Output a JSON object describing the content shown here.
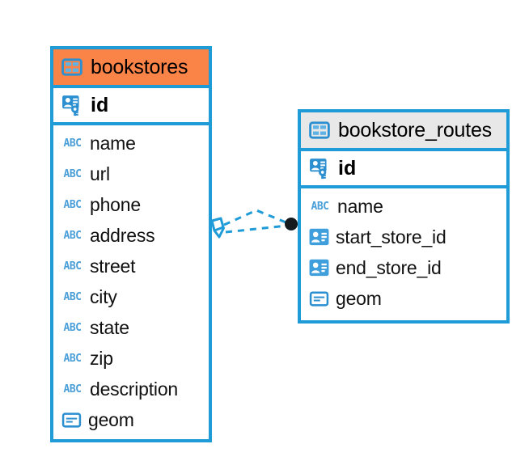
{
  "diagram": {
    "type": "entity-relationship-diagram",
    "background_color": "#FFFFFF",
    "accent_color": "#1F9CD7",
    "highlight_color": "#FA8347",
    "header_gray": "#E8E8E8"
  },
  "entities": [
    {
      "name": "bookstores",
      "header_color": "#FA8347",
      "primary_key": {
        "label": "id",
        "icon": "primary-key-icon"
      },
      "fields": [
        {
          "label": "name",
          "icon": "abc-icon",
          "type_hint": "ABC"
        },
        {
          "label": "url",
          "icon": "abc-icon",
          "type_hint": "ABC"
        },
        {
          "label": "phone",
          "icon": "abc-icon",
          "type_hint": "ABC"
        },
        {
          "label": "address",
          "icon": "abc-icon",
          "type_hint": "ABC"
        },
        {
          "label": "street",
          "icon": "abc-icon",
          "type_hint": "ABC"
        },
        {
          "label": "city",
          "icon": "abc-icon",
          "type_hint": "ABC"
        },
        {
          "label": "state",
          "icon": "abc-icon",
          "type_hint": "ABC"
        },
        {
          "label": "zip",
          "icon": "abc-icon",
          "type_hint": "ABC"
        },
        {
          "label": "description",
          "icon": "abc-icon",
          "type_hint": "ABC"
        },
        {
          "label": "geom",
          "icon": "geometry-icon",
          "type_hint": "GEOM"
        }
      ]
    },
    {
      "name": "bookstore_routes",
      "header_color": "#E8E8E8",
      "primary_key": {
        "label": "id",
        "icon": "primary-key-icon"
      },
      "fields": [
        {
          "label": "name",
          "icon": "abc-icon",
          "type_hint": "ABC"
        },
        {
          "label": "start_store_id",
          "icon": "foreign-key-icon",
          "type_hint": "FK"
        },
        {
          "label": "end_store_id",
          "icon": "foreign-key-icon",
          "type_hint": "FK"
        },
        {
          "label": "geom",
          "icon": "geometry-icon",
          "type_hint": "GEOM"
        }
      ]
    }
  ],
  "relationship": {
    "source": "bookstores",
    "target": "bookstore_routes",
    "line_style": "dashed",
    "line_color": "#1F9CD7",
    "source_marker": "diamond-crowsfoot-marker",
    "target_marker": "filled-circle-marker"
  },
  "icon_labels": {
    "abc": "ABC"
  }
}
